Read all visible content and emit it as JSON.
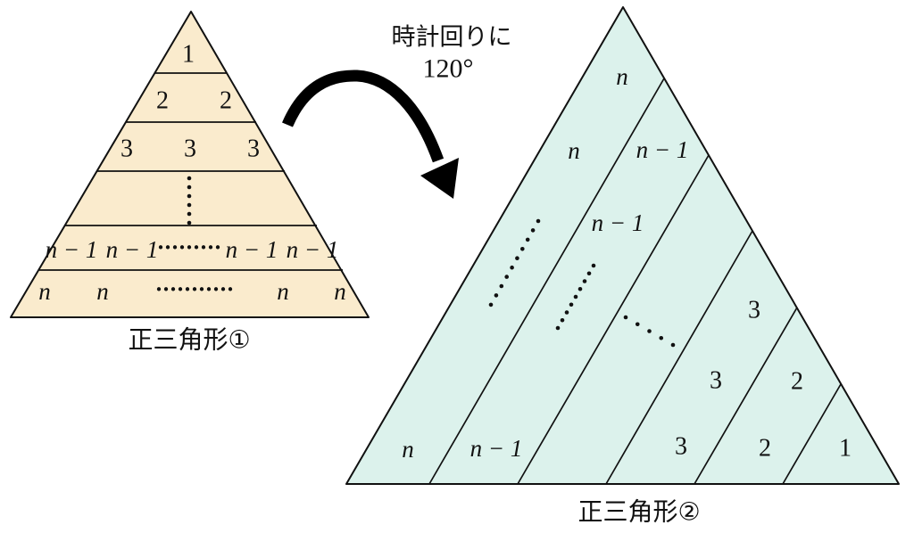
{
  "rotation_note": {
    "line1": "時計回りに",
    "line2": "120°",
    "arrow_icon": "curved-arrow-clockwise",
    "arrow_color": "#000000"
  },
  "triangle1": {
    "caption": "正三角形①",
    "caption_color": "#F0A23C",
    "fill": "#FAEBCD",
    "rows": [
      {
        "labels": [
          "1"
        ]
      },
      {
        "labels": [
          "2",
          "2"
        ]
      },
      {
        "labels": [
          "3",
          "3",
          "3"
        ]
      },
      {
        "labels": [],
        "ellipsis_icon": "vertical-ellipsis"
      },
      {
        "labels": [
          "n − 1",
          "n − 1",
          "n − 1",
          "n − 1"
        ],
        "ellipsis": "·········"
      },
      {
        "labels": [
          "n",
          "n",
          "n",
          "n"
        ],
        "ellipsis": "···········"
      }
    ]
  },
  "triangle2": {
    "caption": "正三角形②",
    "caption_color": "#5B5BE1",
    "fill": "#DCF2EC",
    "stripes": [
      {
        "name": "stripe-n",
        "labels": [
          "n",
          "n",
          "n"
        ]
      },
      {
        "name": "stripe-n-1",
        "labels": [
          "n − 1",
          "n − 1",
          "n − 1"
        ]
      },
      {
        "name": "stripe-dots",
        "labels": [],
        "ellipsis_icon": "diagonal-ellipsis"
      },
      {
        "name": "stripe-3",
        "labels": [
          "3",
          "3",
          "3"
        ]
      },
      {
        "name": "stripe-2",
        "labels": [
          "2",
          "2"
        ]
      },
      {
        "name": "stripe-1",
        "labels": [
          "1"
        ]
      }
    ]
  },
  "colors": {
    "line": "#111111"
  }
}
